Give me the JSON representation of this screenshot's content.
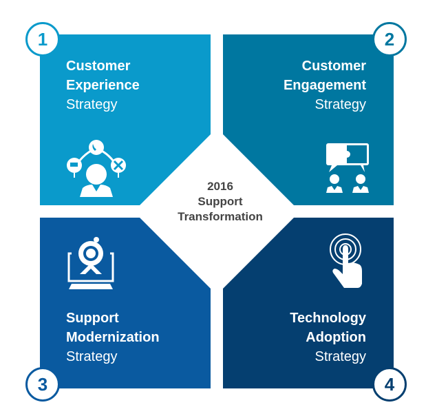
{
  "center": {
    "line1": "2016",
    "line2": "Support",
    "line3": "Transformation"
  },
  "colors": {
    "panel1": "#0a9acb",
    "panel2": "#0077a0",
    "panel3": "#0a5aa0",
    "panel4": "#053f70",
    "center_text": "#444444"
  },
  "quadrants": [
    {
      "number": "1",
      "title_bold_1": "Customer",
      "title_bold_2": "Experience",
      "subtitle": "Strategy",
      "icon": "customer-service-hub-icon"
    },
    {
      "number": "2",
      "title_bold_1": "Customer",
      "title_bold_2": "Engagement",
      "subtitle": "Strategy",
      "icon": "collaboration-puzzle-icon"
    },
    {
      "number": "3",
      "title_bold_1": "Support",
      "title_bold_2": "Modernization",
      "subtitle": "Strategy",
      "icon": "webcam-laptop-icon"
    },
    {
      "number": "4",
      "title_bold_1": "Technology",
      "title_bold_2": "Adoption",
      "subtitle": "Strategy",
      "icon": "touch-hand-icon"
    }
  ]
}
